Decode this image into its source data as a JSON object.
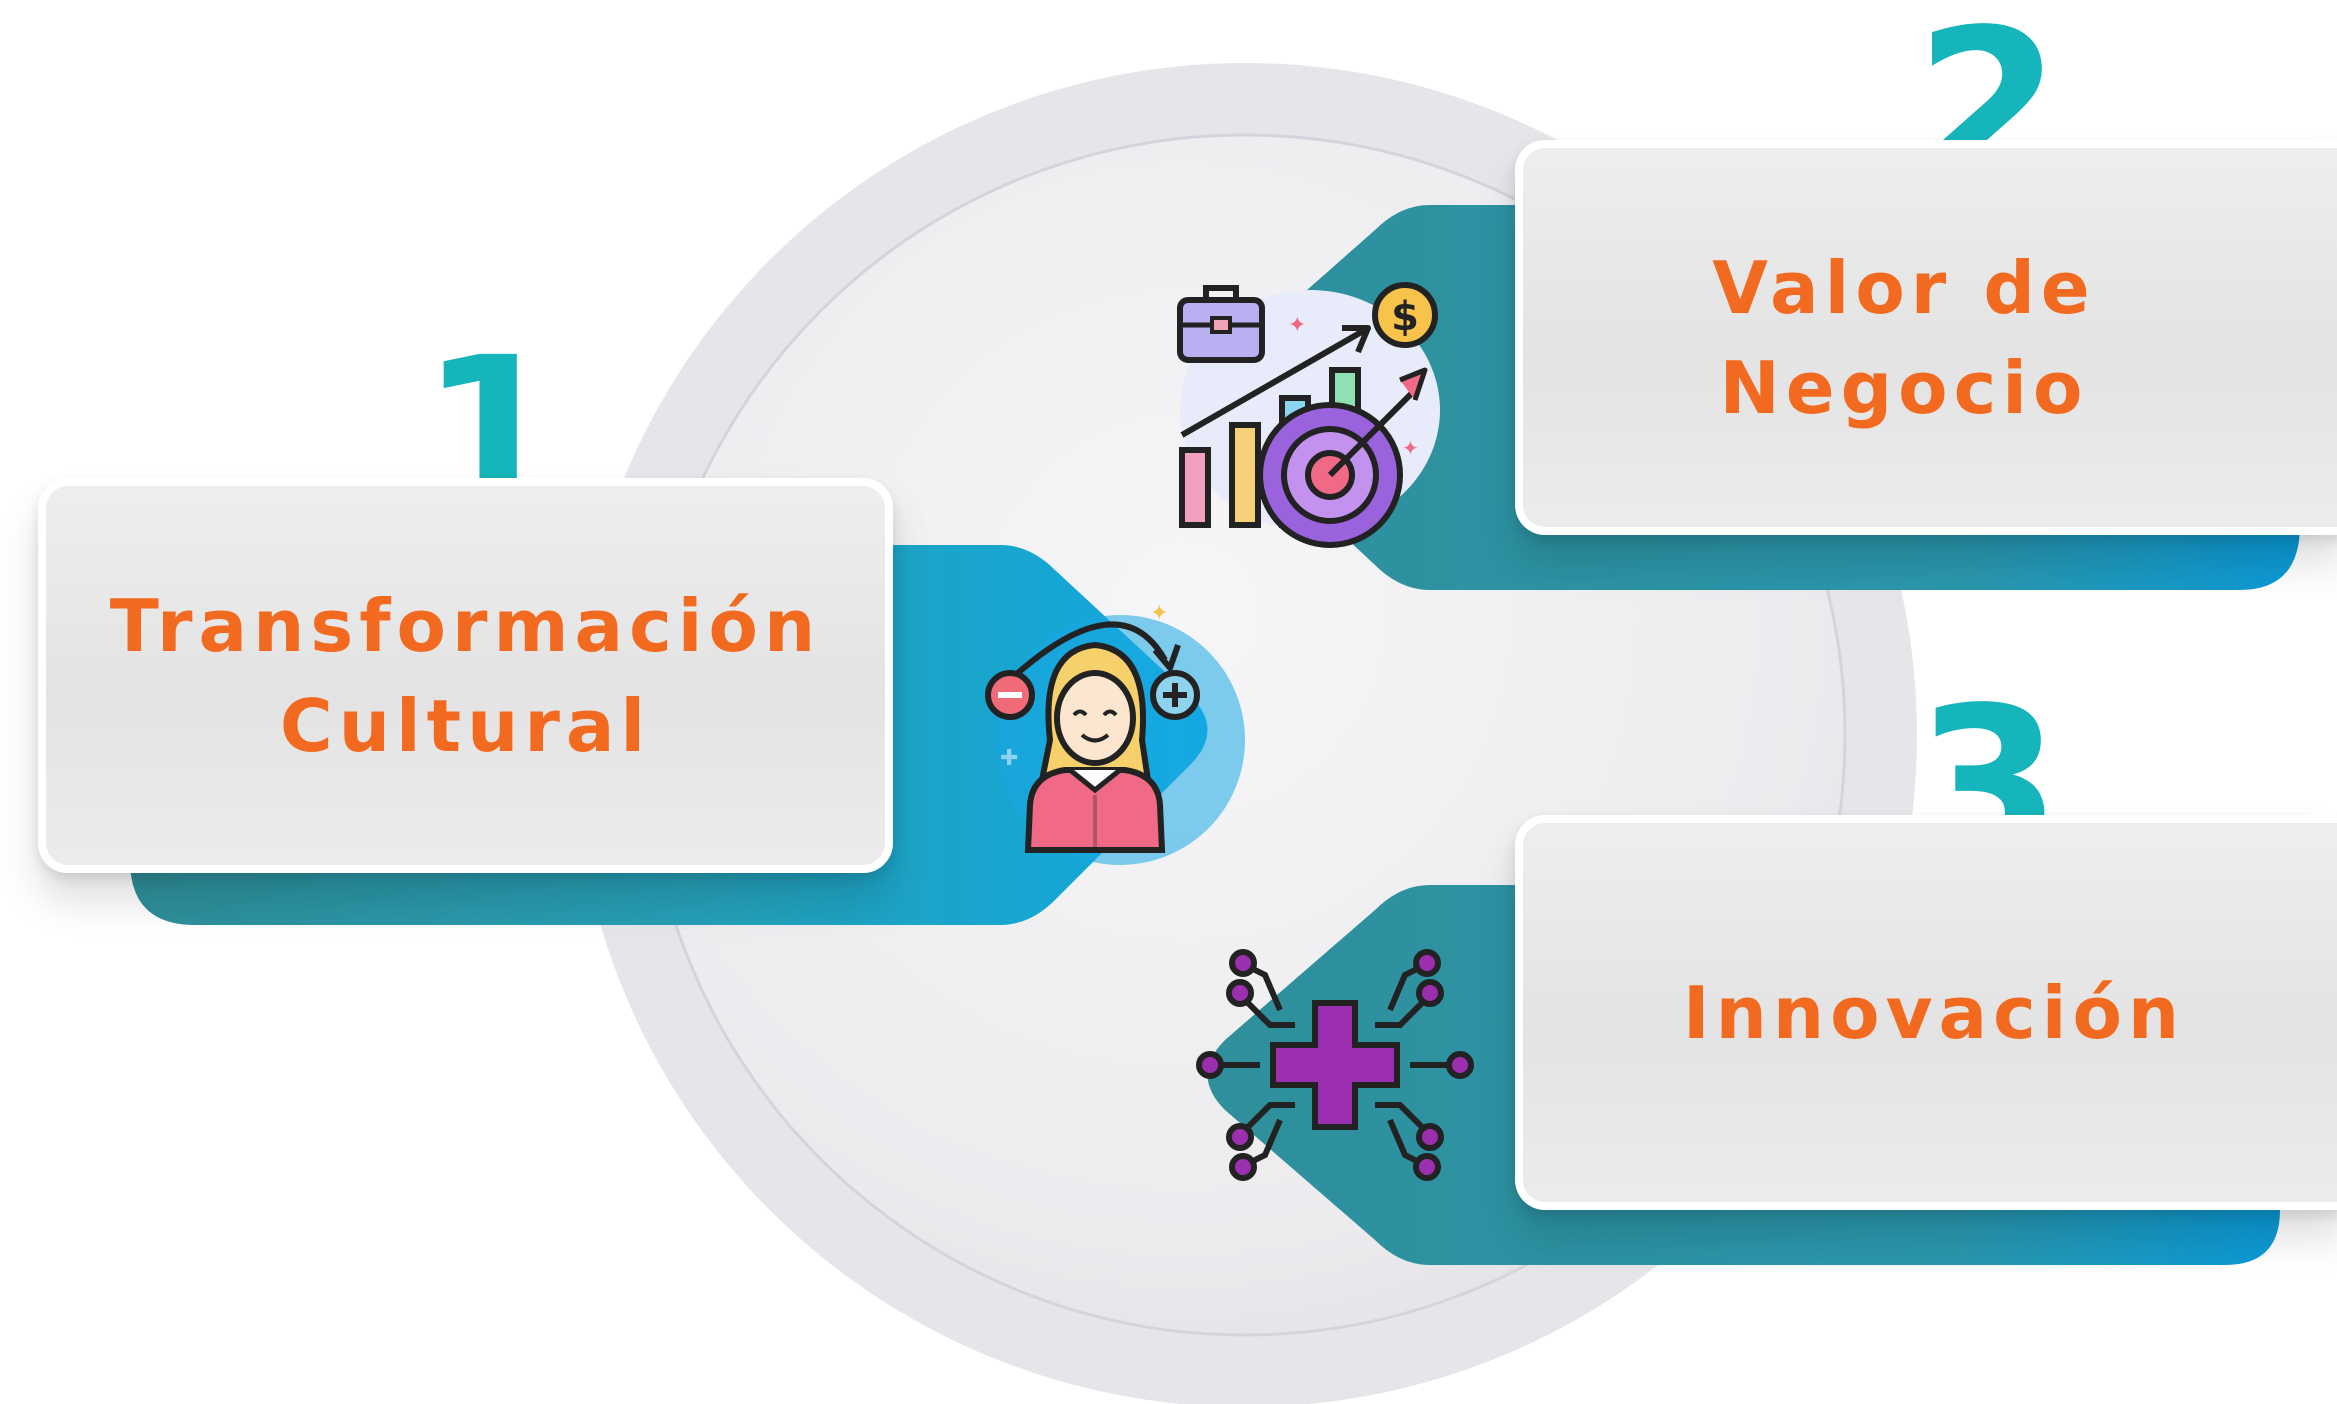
{
  "steps": [
    {
      "number": "1",
      "label_line1": "Transformación",
      "label_line2": "Cultural",
      "icon": "person-change-icon"
    },
    {
      "number": "2",
      "label_line1": "Valor de",
      "label_line2": "Negocio",
      "icon": "business-growth-icon"
    },
    {
      "number": "3",
      "label_line1": "Innovación",
      "label_line2": "",
      "icon": "innovation-circuit-icon"
    }
  ],
  "colors": {
    "accent_text": "#f26a1f",
    "number": "#16b5bb",
    "ribbon_dark": "#2d9aa1",
    "ribbon_light": "#12aee6"
  }
}
